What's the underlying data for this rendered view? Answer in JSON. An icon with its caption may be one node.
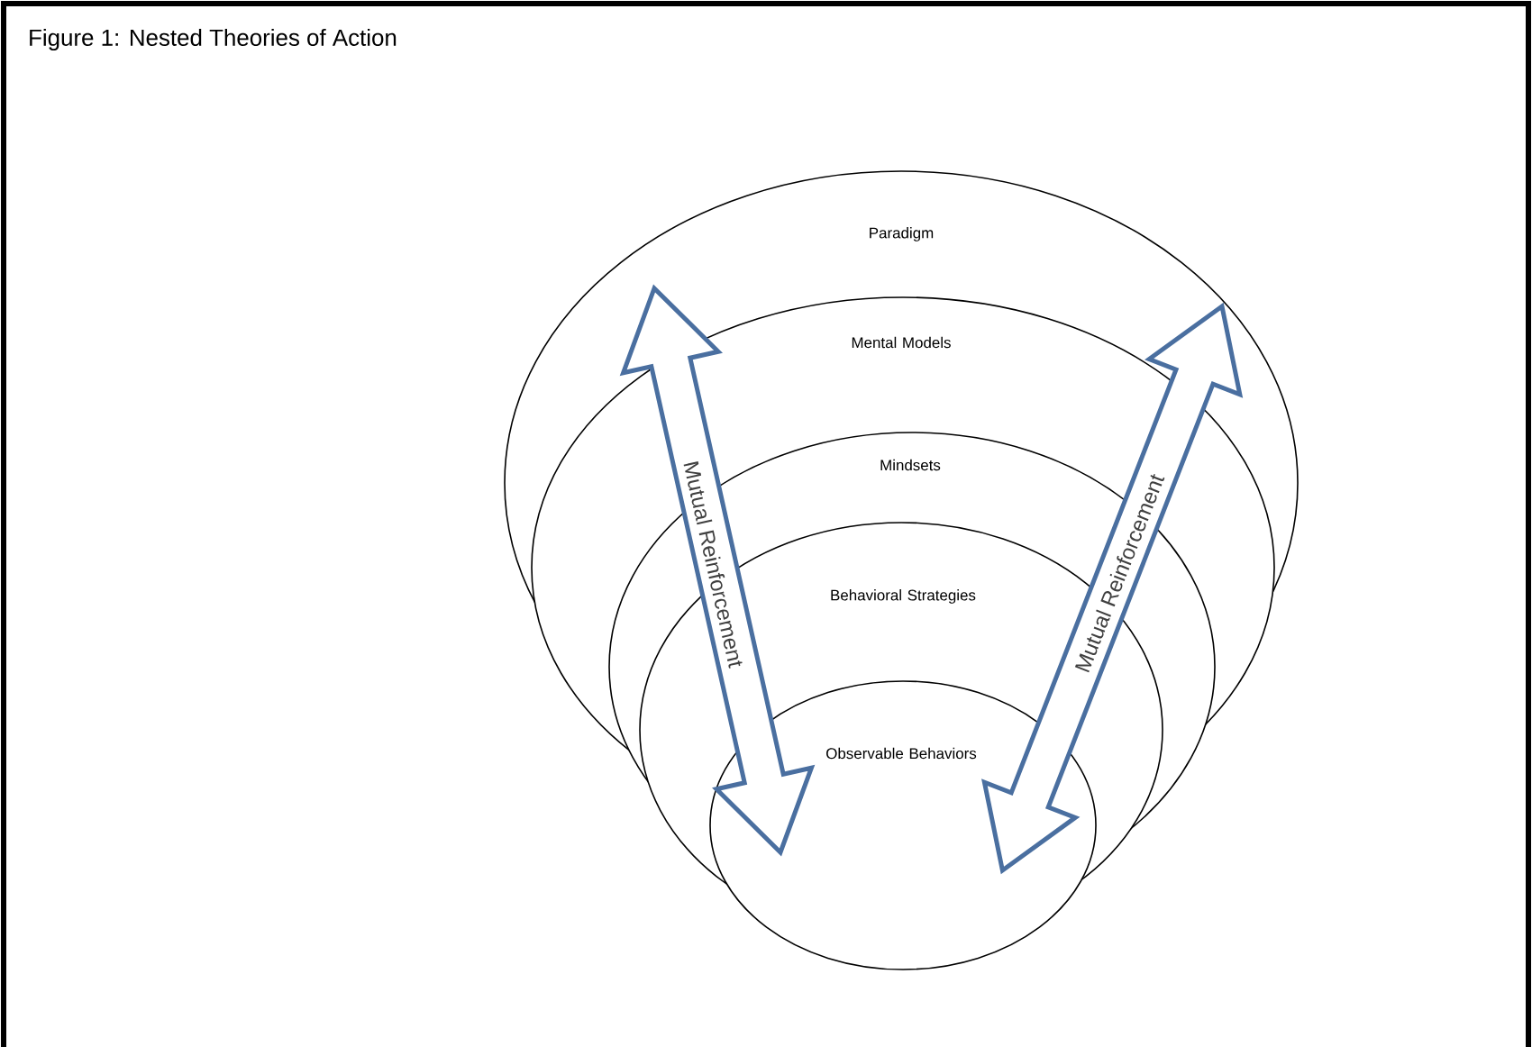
{
  "diagram": {
    "title": "Figure 1: Nested Theories of Action",
    "nodes": [
      {
        "text": [
          "Paradigm"
        ]
      },
      {
        "text": [
          "Mental Models"
        ]
      },
      {
        "text": [
          "Mindsets"
        ]
      },
      {
        "text": [
          "Behavioral Strategies"
        ]
      },
      {
        "text": [
          "Observable Behaviors"
        ]
      }
    ],
    "edges": [
      {
        "from": 0,
        "to": 4,
        "arrow": "both",
        "label": "Mutual Reinforcement"
      },
      {
        "from": 0,
        "to": 4,
        "arrow": "both",
        "label": "Mutual Reinforcement"
      }
    ]
  }
}
